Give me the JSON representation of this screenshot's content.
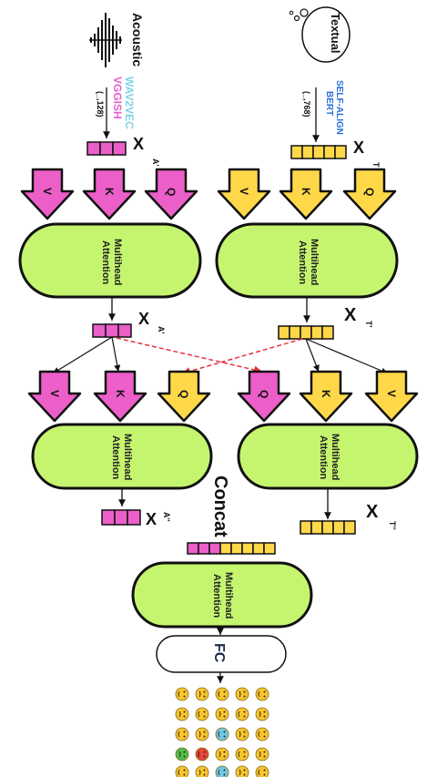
{
  "colors": {
    "pink": "#ec5fc9",
    "yellow": "#ffd84a",
    "green": "#c5f56e",
    "red_dashed": "#e8323c",
    "wav2vec": "#7fd3e6",
    "vggish": "#e45fc9",
    "selfalign": "#2a6fd8"
  },
  "icons": [
    "waveform-icon",
    "thought-cloud-icon",
    "emoji-grid"
  ],
  "acoustic": {
    "title": "Acoustic",
    "model1": "WAV2VEC",
    "model2": "VGGISH",
    "dim": "(_,128)",
    "x_main": "X",
    "x_sup": "A'",
    "x2_main": "X",
    "x2_sup": "A'",
    "x3_main": "X",
    "x3_sup": "A''"
  },
  "textual": {
    "title": "Textual",
    "model1": "SELF-ALIGN",
    "model2": "BERT",
    "dim": "(_,768)",
    "x_main": "X",
    "x_sup": "T",
    "x2_main": "X",
    "x2_sup": "T'",
    "x3_main": "X",
    "x3_sup": "T''"
  },
  "qkv": {
    "v": "V",
    "k": "K",
    "q": "Q"
  },
  "attention": {
    "line1": "Multihead",
    "line2": "Attention"
  },
  "concat": "Concat",
  "fc": "FC"
}
